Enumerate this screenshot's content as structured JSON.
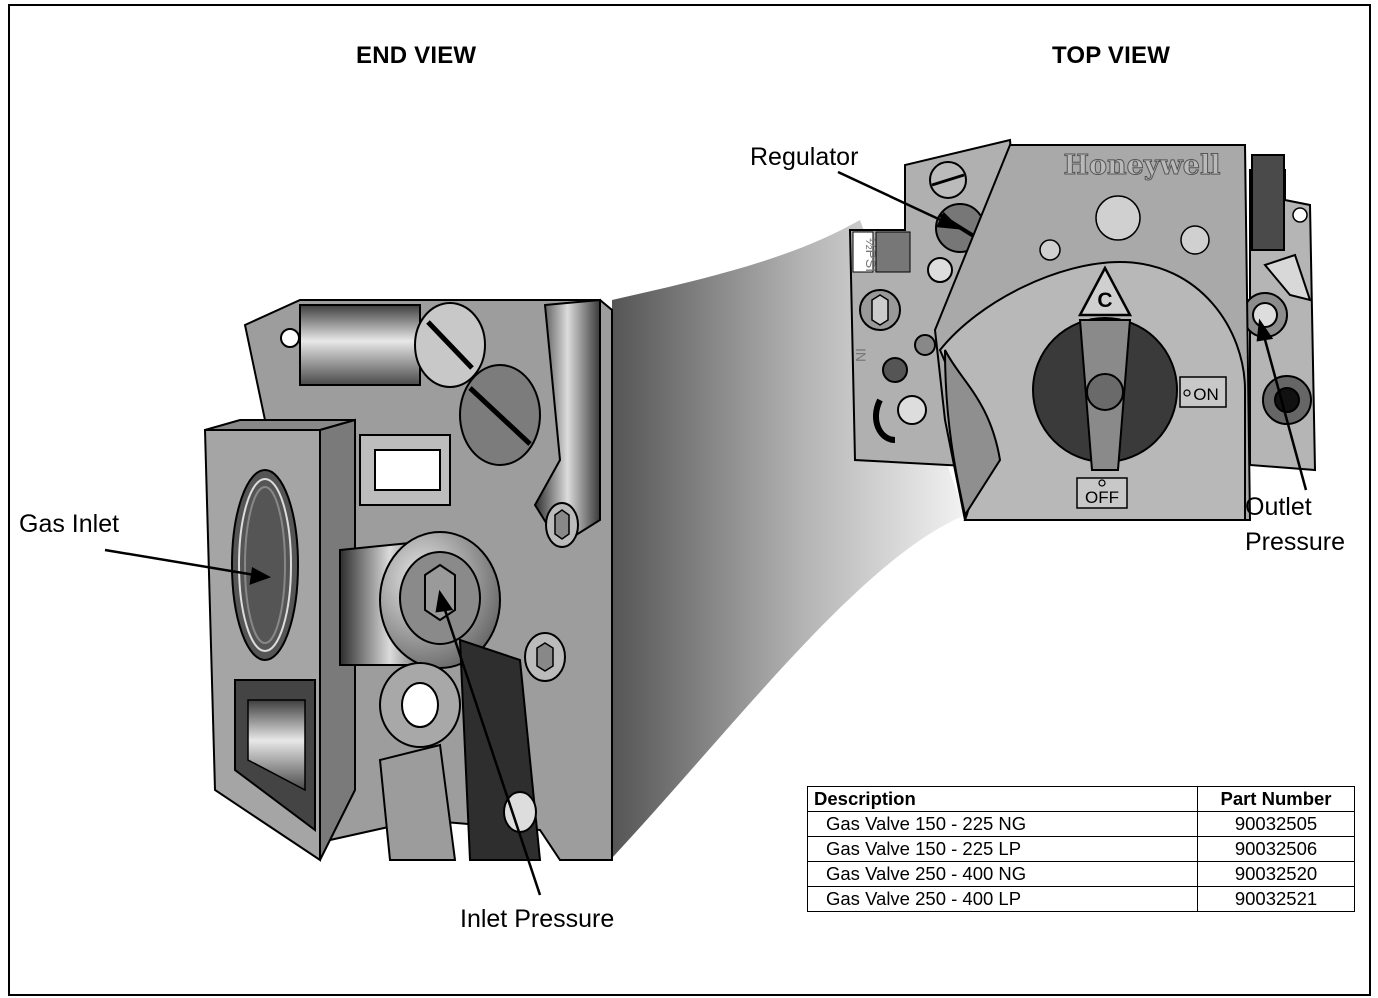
{
  "headings": {
    "end_view": "END VIEW",
    "top_view": "TOP VIEW"
  },
  "callouts": {
    "regulator": "Regulator",
    "gas_inlet": "Gas Inlet",
    "inlet_pressure": "Inlet Pressure",
    "outlet_pressure_line1": "Outlet",
    "outlet_pressure_line2": "Pressure"
  },
  "valve_markings": {
    "brand": "Honeywell",
    "knob_on": "ON",
    "knob_off": "OFF",
    "warning_symbol": "C",
    "side_label_top": "½PSI",
    "side_label_in": "IN"
  },
  "parts_table": {
    "headers": {
      "description": "Description",
      "part_number": "Part Number"
    },
    "rows": [
      {
        "description": "Gas Valve 150 - 225 NG",
        "part_number": "90032505"
      },
      {
        "description": "Gas Valve 150 - 225 LP",
        "part_number": "90032506"
      },
      {
        "description": "Gas Valve 250 - 400 NG",
        "part_number": "90032520"
      },
      {
        "description": "Gas Valve 250 - 400 LP",
        "part_number": "90032521"
      }
    ]
  },
  "colors": {
    "valve_body": "#a9a9a9",
    "valve_dark": "#5a5a5a",
    "valve_light": "#d6d6d6",
    "knob": "#3a3a3a"
  }
}
